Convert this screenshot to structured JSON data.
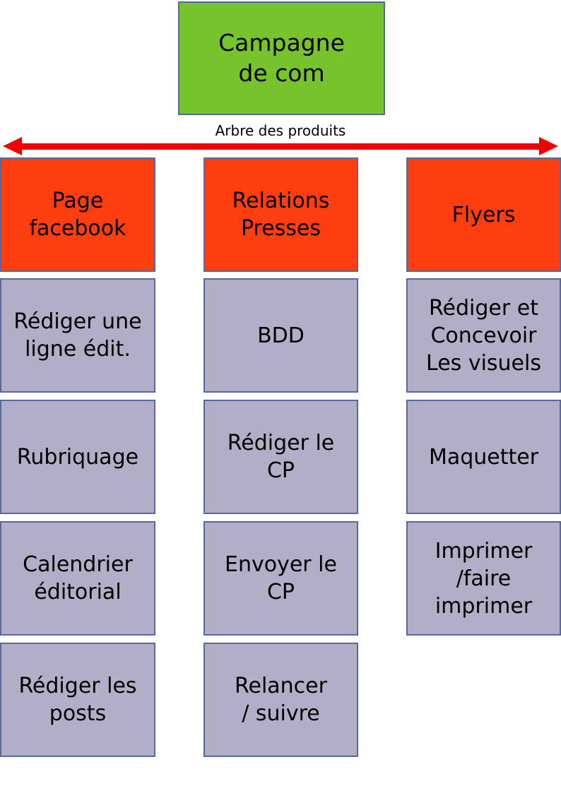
{
  "colors": {
    "canvas_bg": "#FFFFFF",
    "title_bg": "#77C32C",
    "header_bg": "#FF3D0E",
    "item_bg": "#B3AEC7",
    "box_border": "#54699E",
    "arrow_red": "#F20000",
    "text": "#000000"
  },
  "title_box": {
    "label": "Campagne\nde com"
  },
  "arrow": {
    "label": "Arbre des produits"
  },
  "columns": [
    {
      "header": "Page\nfacebook",
      "items": [
        "Rédiger une\nligne édit.",
        "Rubriquage",
        "Calendrier\néditorial",
        "Rédiger les\nposts"
      ]
    },
    {
      "header": "Relations\nPresses",
      "items": [
        "BDD",
        "Rédiger le\nCP",
        "Envoyer le\nCP",
        "Relancer\n/ suivre"
      ]
    },
    {
      "header": "Flyers",
      "items": [
        "Rédiger et\nConcevoir\nLes visuels",
        "Maquetter",
        "Imprimer\n/faire\nimprimer"
      ]
    }
  ]
}
